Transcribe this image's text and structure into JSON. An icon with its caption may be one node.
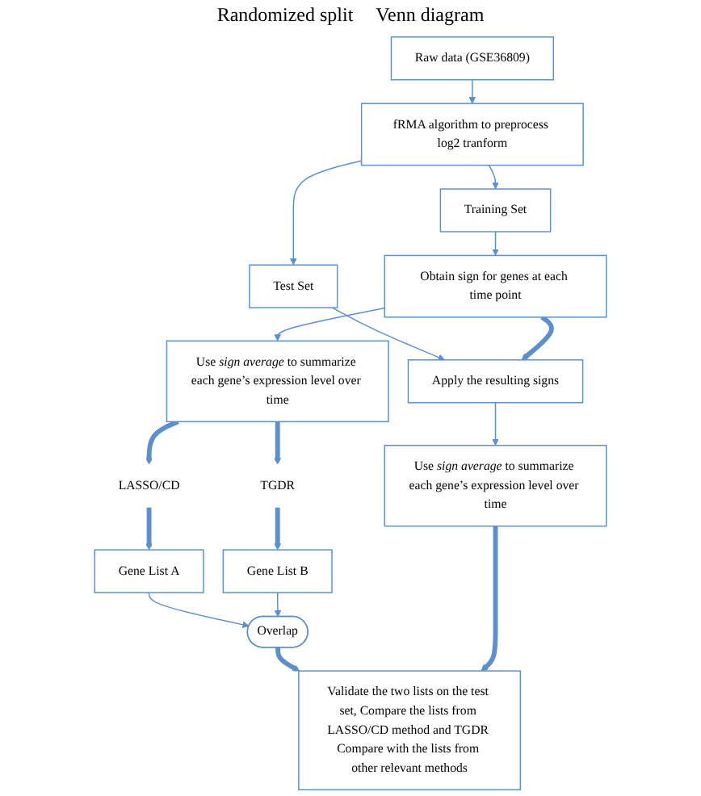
{
  "diagram": {
    "nodes": [
      {
        "text": [
          "Raw data (GSE36809)"
        ]
      },
      {
        "text": [
          "fRMA algorithm to preprocess log2 tranform"
        ]
      },
      {
        "text": [
          "Training Set"
        ]
      },
      {
        "text": [
          "Test Set"
        ]
      },
      {
        "text": [
          "Obtain sign for genes at each time point"
        ]
      },
      {
        "text": [
          "Apply the resulting signs"
        ]
      },
      {
        "text": [
          "Use *sign average* to summarize each gene’s expression level over time"
        ]
      },
      {
        "text": [
          "Use *sign average* to summarize each gene’s expression level over time"
        ]
      },
      {
        "text": [
          "LASSO/CD"
        ]
      },
      {
        "text": [
          "TGDR"
        ]
      },
      {
        "text": [
          "Gene List A"
        ]
      },
      {
        "text": [
          "Gene List B"
        ]
      },
      {
        "text": [
          "Overlap"
        ]
      },
      {
        "text": [
          "Validate the two lists on the test set, Compare the lists from LASSO/CD method and TGDR Compare with the lists from other relevant methods"
        ]
      }
    ],
    "edges": [
      {
        "from": 0,
        "to": 1,
        "arrow": "to"
      },
      {
        "from": 1,
        "to": 2,
        "arrow": "to"
      },
      {
        "from": 1,
        "to": 3,
        "arrow": "to"
      },
      {
        "from": 2,
        "to": 4,
        "arrow": "to"
      },
      {
        "from": 3,
        "to": 5,
        "arrow": "to"
      },
      {
        "from": 4,
        "to": 5,
        "arrow": "to",
        "style": "thick"
      },
      {
        "from": 4,
        "to": 6,
        "arrow": "to"
      },
      {
        "from": 5,
        "to": 7,
        "arrow": "to"
      },
      {
        "from": 6,
        "to": 8,
        "arrow": "to",
        "style": "thick"
      },
      {
        "from": 6,
        "to": 9,
        "arrow": "to",
        "style": "thick"
      },
      {
        "from": 8,
        "to": 10,
        "arrow": "to",
        "style": "thick"
      },
      {
        "from": 9,
        "to": 11,
        "arrow": "to",
        "style": "thick"
      },
      {
        "from": 10,
        "to": 12,
        "arrow": "to"
      },
      {
        "from": 11,
        "to": 12,
        "arrow": "to"
      },
      {
        "from": 12,
        "to": 13,
        "arrow": "to",
        "style": "thick"
      },
      {
        "from": 7,
        "to": 13,
        "arrow": "to",
        "style": "thick"
      }
    ],
    "labels": [
      "Randomized split",
      "Venn diagram"
    ]
  }
}
